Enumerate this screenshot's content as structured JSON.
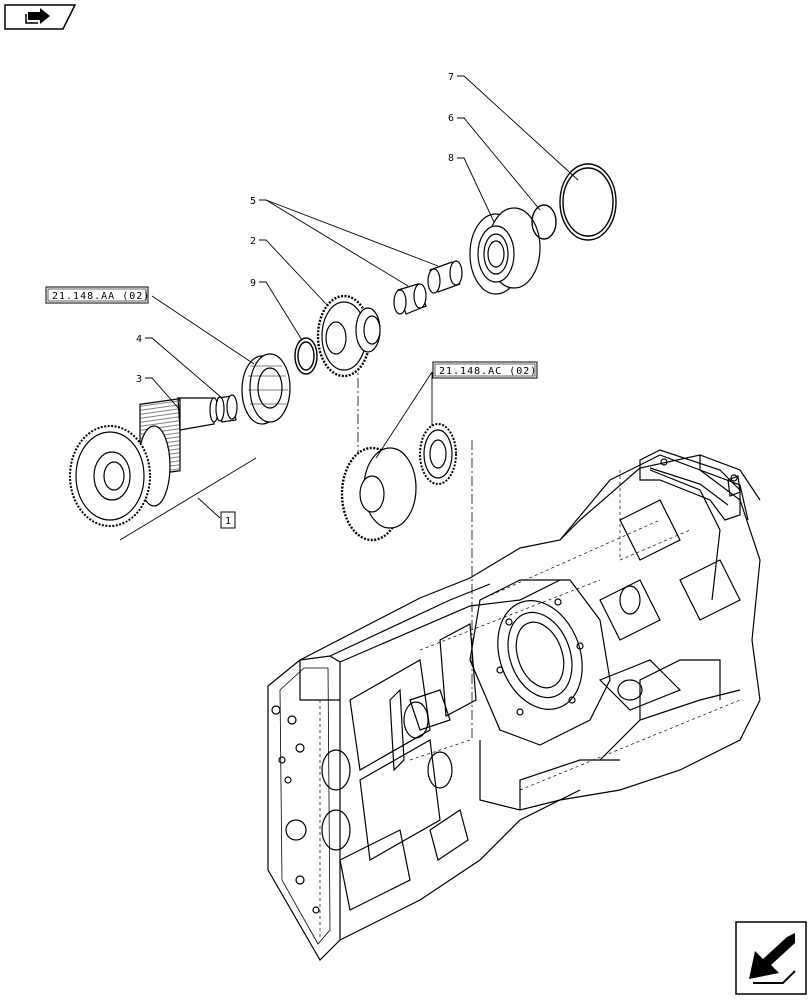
{
  "navigation": {
    "top_button_icon": "forward-arrow-icon",
    "bottom_button_icon": "return-arrow-icon"
  },
  "callouts": {
    "c7": "7",
    "c6": "6",
    "c8": "8",
    "c5": "5",
    "c2": "2",
    "c9": "9",
    "c4": "4",
    "c3": "3",
    "c1": "1"
  },
  "references": {
    "ref_aa": "21.148.AA (02)",
    "ref_ac": "21.148.AC (02)"
  }
}
